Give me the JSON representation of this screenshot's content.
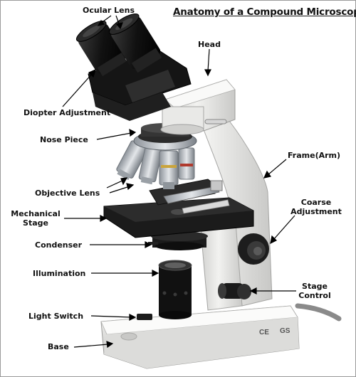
{
  "title": "Anatomy of a Compound Microscope",
  "labels": {
    "ocular_lens": "Ocular Lens",
    "head": "Head",
    "diopter_adjustment": "Diopter Adjustment",
    "nose_piece": "Nose Piece",
    "frame_arm": "Frame(Arm)",
    "coarse_adjustment_line1": "Coarse",
    "coarse_adjustment_line2": "Adjustment",
    "objective_lens": "Objective Lens",
    "mechanical_stage_line1": "Mechanical",
    "mechanical_stage_line2": "Stage",
    "condenser": "Condenser",
    "illumination": "Illumination",
    "stage_control_line1": "Stage",
    "stage_control_line2": "Control",
    "light_switch": "Light Switch",
    "base": "Base"
  },
  "base_markings": {
    "ce": "CE",
    "gs": "GS"
  },
  "colors": {
    "body": "#e8e8e6",
    "stage": "#1a1a1a",
    "metal": "#b9bec3",
    "label": "#111111"
  }
}
